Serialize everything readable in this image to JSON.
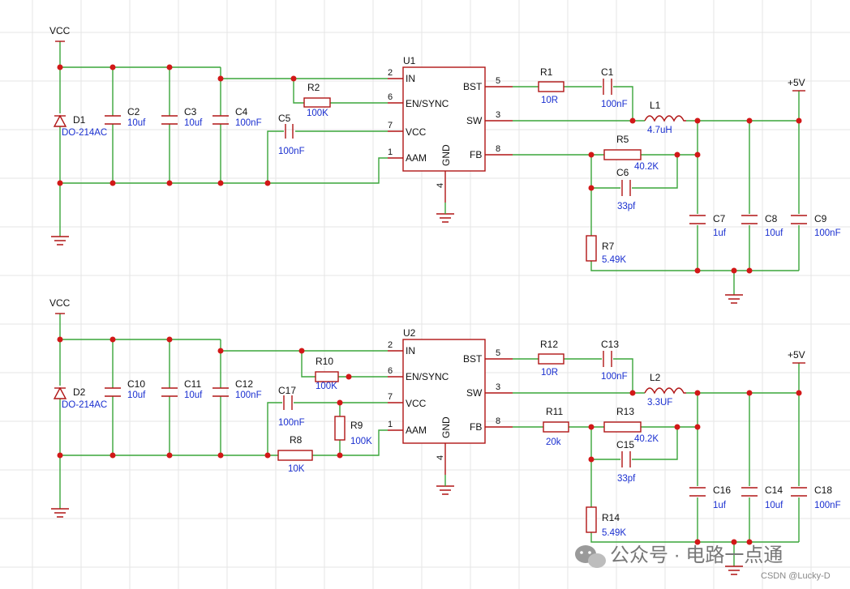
{
  "circuit1": {
    "vcc": "VCC",
    "d1": {
      "ref": "D1",
      "value": "DO-214AC"
    },
    "c2": {
      "ref": "C2",
      "value": "10uf"
    },
    "c3": {
      "ref": "C3",
      "value": "10uf"
    },
    "c4": {
      "ref": "C4",
      "value": "100nF"
    },
    "c5": {
      "ref": "C5",
      "value": "100nF"
    },
    "r2": {
      "ref": "R2",
      "value": "100K"
    },
    "u1": {
      "ref": "U1",
      "pins": {
        "in": "IN",
        "en": "EN/SYNC",
        "vcc": "VCC",
        "aam": "AAM",
        "gnd": "GND",
        "bst": "BST",
        "sw": "SW",
        "fb": "FB"
      },
      "pin_numbers": {
        "in": "2",
        "en": "6",
        "vcc": "7",
        "aam": "1",
        "gnd": "4",
        "bst": "5",
        "sw": "3",
        "fb": "8"
      }
    },
    "r1": {
      "ref": "R1",
      "value": "10R"
    },
    "c1": {
      "ref": "C1",
      "value": "100nF"
    },
    "l1": {
      "ref": "L1",
      "value": "4.7uH"
    },
    "r5": {
      "ref": "R5",
      "value": "40.2K"
    },
    "c6": {
      "ref": "C6",
      "value": "33pf"
    },
    "r7": {
      "ref": "R7",
      "value": "5.49K"
    },
    "c7": {
      "ref": "C7",
      "value": "1uf"
    },
    "c8": {
      "ref": "C8",
      "value": "10uf"
    },
    "c9": {
      "ref": "C9",
      "value": "100nF"
    },
    "vout": "+5V"
  },
  "circuit2": {
    "vcc": "VCC",
    "d2": {
      "ref": "D2",
      "value": "DO-214AC"
    },
    "c10": {
      "ref": "C10",
      "value": "10uf"
    },
    "c11": {
      "ref": "C11",
      "value": "10uf"
    },
    "c12": {
      "ref": "C12",
      "value": "100nF"
    },
    "c17": {
      "ref": "C17",
      "value": "100nF"
    },
    "r10": {
      "ref": "R10",
      "value": "100K"
    },
    "r9": {
      "ref": "R9",
      "value": "100K"
    },
    "r8": {
      "ref": "R8",
      "value": "10K"
    },
    "u2": {
      "ref": "U2",
      "pins": {
        "in": "IN",
        "en": "EN/SYNC",
        "vcc": "VCC",
        "aam": "AAM",
        "gnd": "GND",
        "bst": "BST",
        "sw": "SW",
        "fb": "FB"
      },
      "pin_numbers": {
        "in": "2",
        "en": "6",
        "vcc": "7",
        "aam": "1",
        "gnd": "4",
        "bst": "5",
        "sw": "3",
        "fb": "8"
      }
    },
    "r12": {
      "ref": "R12",
      "value": "10R"
    },
    "c13": {
      "ref": "C13",
      "value": "100nF"
    },
    "l2": {
      "ref": "L2",
      "value": "3.3UF"
    },
    "r11": {
      "ref": "R11",
      "value": "20k"
    },
    "r13": {
      "ref": "R13",
      "value": "40.2K"
    },
    "c15": {
      "ref": "C15",
      "value": "33pf"
    },
    "r14": {
      "ref": "R14",
      "value": "5.49K"
    },
    "c16": {
      "ref": "C16",
      "value": "1uf"
    },
    "c14": {
      "ref": "C14",
      "value": "10uf"
    },
    "c18": {
      "ref": "C18",
      "value": "100nF"
    },
    "vout": "+5V"
  },
  "watermark": {
    "main": "公众号 · 电路一点通",
    "source": "CSDN @Lucky-D"
  },
  "colors": {
    "wire": "#3aa63a",
    "component": "#b01515",
    "junction": "#d21818",
    "label": "#1a2fd0",
    "text": "#111111"
  }
}
